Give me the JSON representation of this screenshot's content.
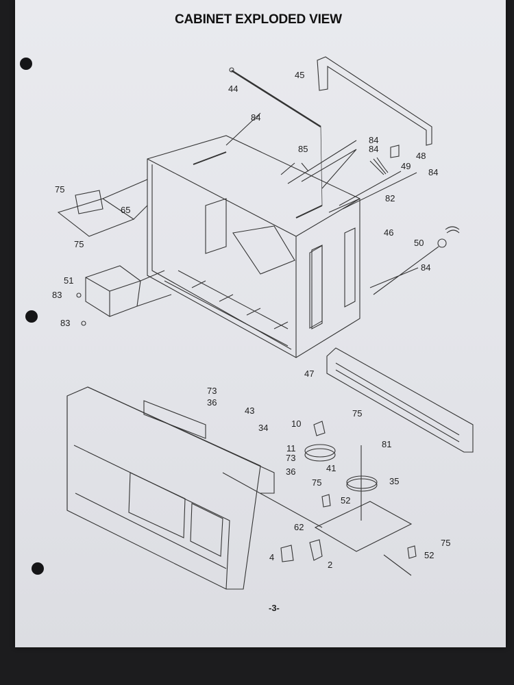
{
  "title": "CABINET EXPLODED VIEW",
  "page_number": "-3-",
  "callouts": [
    "44",
    "45",
    "84",
    "84",
    "84",
    "85",
    "48",
    "49",
    "84",
    "75",
    "65",
    "82",
    "75",
    "46",
    "50",
    "84",
    "51",
    "83",
    "83",
    "47",
    "73",
    "36",
    "43",
    "34",
    "10",
    "75",
    "11",
    "73",
    "81",
    "36",
    "41",
    "35",
    "75",
    "52",
    "62",
    "75",
    "4",
    "2",
    "52"
  ]
}
